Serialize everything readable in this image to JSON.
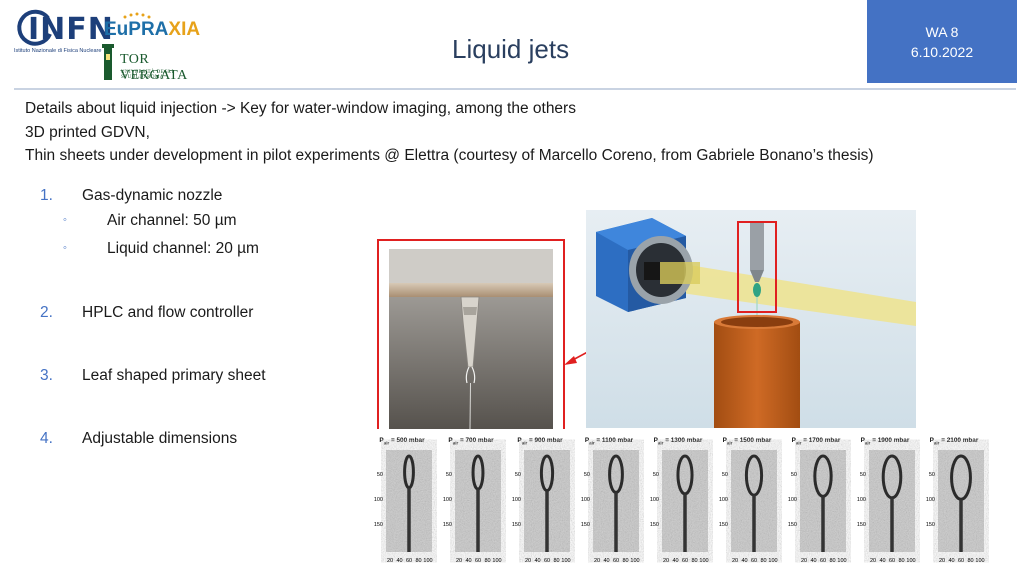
{
  "logos": {
    "infn": {
      "name": "INFN",
      "sub": "Istituto Nazionale di Fisica Nucleare"
    },
    "eupraxia": {
      "part1": "EuPRA",
      "part2": "XIA"
    },
    "torvergata": {
      "name": "TOR VERGATA",
      "sub": "UNIVERSITÀ DEGLI STUDI DI ROMA"
    }
  },
  "header": {
    "title": "Liquid jets",
    "badge_line1": "WA 8",
    "badge_line2": "6.10.2022"
  },
  "intro": [
    "Details about liquid injection -> Key for water-window imaging, among the others",
    "3D printed GDVN,",
    "Thin sheets under development in pilot experiments @ Elettra (courtesy of Marcello Coreno, from Gabriele Bonano’s thesis)"
  ],
  "list": [
    {
      "num": "1.",
      "text": "Gas-dynamic nozzle",
      "subs": [
        "Air channel: 50 µm",
        "Liquid channel: 20 µm"
      ]
    },
    {
      "num": "2.",
      "text": "HPLC and flow controller"
    },
    {
      "num": "3.",
      "text": "Leaf shaped primary sheet"
    },
    {
      "num": "4.",
      "text": "Adjustable dimensions"
    }
  ],
  "bullet_glyph": "◦",
  "strip": {
    "panels": [
      {
        "p": "P",
        "sub": "air",
        "value": " = 500 mbar",
        "scale": 0.55
      },
      {
        "p": "P",
        "sub": "air",
        "value": " = 700 mbar",
        "scale": 0.62
      },
      {
        "p": "P",
        "sub": "air",
        "value": " = 900 mbar",
        "scale": 0.7
      },
      {
        "p": "P",
        "sub": "air",
        "value": " = 1100 mbar",
        "scale": 0.8
      },
      {
        "p": "P",
        "sub": "air",
        "value": " = 1300 mbar",
        "scale": 0.88
      },
      {
        "p": "P",
        "sub": "air",
        "value": " = 1500 mbar",
        "scale": 0.95
      },
      {
        "p": "P",
        "sub": "air",
        "value": " = 1700 mbar",
        "scale": 1.02
      },
      {
        "p": "P",
        "sub": "air",
        "value": " = 1900 mbar",
        "scale": 1.1
      },
      {
        "p": "P",
        "sub": "air",
        "value": " = 2100 mbar",
        "scale": 1.18
      }
    ],
    "y_ticks": [
      "50",
      "100",
      "150"
    ],
    "x_ticks": [
      "20",
      "40",
      "60",
      "80",
      "100"
    ]
  },
  "colors": {
    "accent": "#4472c4",
    "callout": "#e02020",
    "tube": "#c0601e",
    "box": "#2f6fc0"
  }
}
